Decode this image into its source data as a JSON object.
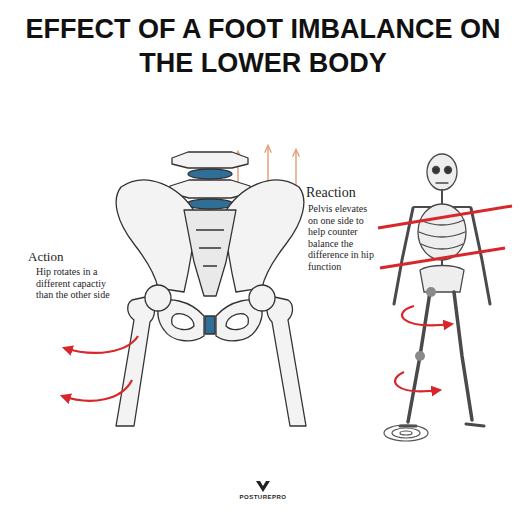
{
  "diagram": {
    "title": "EFFECT OF A FOOT IMBALANCE ON THE LOWER BODY",
    "labels": [
      "Action",
      "Hip rotates in a different capactiy than the other side",
      "Reaction",
      "Pelvis elevates on one side to help counter balance the difference in hip function",
      "POSTUREPRO"
    ]
  }
}
